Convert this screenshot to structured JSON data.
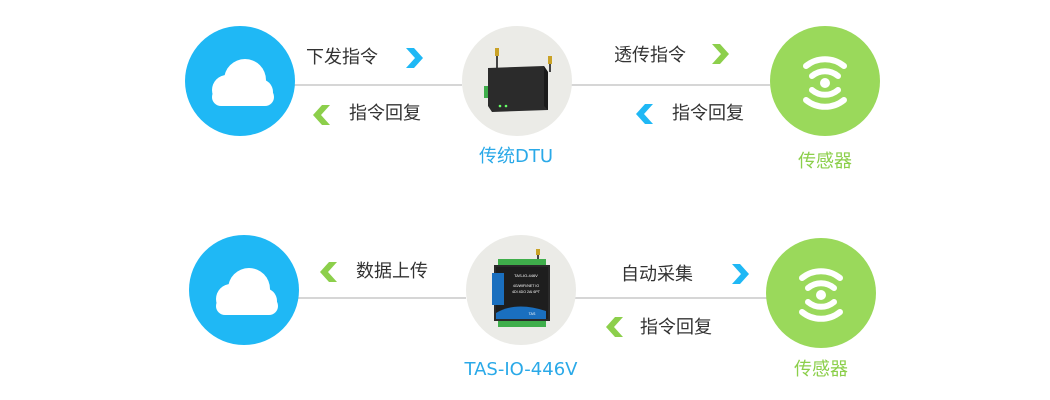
{
  "row1": {
    "left_top_label": "下发指令",
    "left_bottom_label": "指令回复",
    "right_top_label": "透传指令",
    "right_bottom_label": "指令回复",
    "device_caption": "传统DTU",
    "sensor_caption": "传感器"
  },
  "row2": {
    "left_label": "数据上传",
    "right_top_label": "自动采集",
    "right_bottom_label": "指令回复",
    "device_caption": "TAS-IO-446V",
    "sensor_caption": "传感器"
  },
  "device2_panel": {
    "model": "TAS-IO-446V",
    "line1": "4G/WIFI/NET IO",
    "line2": "4DI 4DO 2AI 6PT",
    "brand": "TAS"
  },
  "colors": {
    "cloud": "#1fb8f5",
    "sensor": "#9ad95b",
    "arrow_blue": "#1fb8f5",
    "arrow_green": "#8ccf4b",
    "caption_blue": "#2aa9e8",
    "caption_green": "#8ccf4b"
  },
  "icons": [
    "cloud-icon",
    "dtu-device-icon",
    "io-module-icon",
    "sensor-signal-icon",
    "chevron-right-icon",
    "chevron-left-icon"
  ]
}
